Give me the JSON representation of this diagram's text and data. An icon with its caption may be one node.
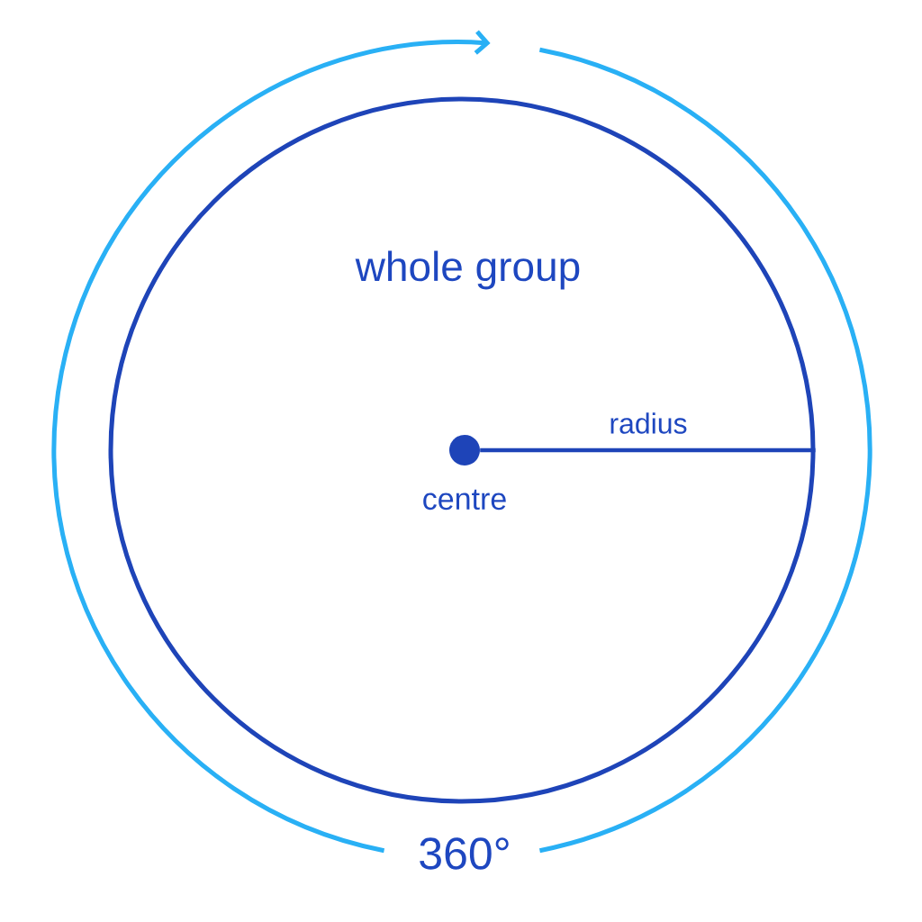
{
  "diagram": {
    "nodes": [
      {
        "text": [
          "whole group"
        ]
      },
      {
        "text": [],
        "shape": "circle",
        "in": 0,
        "beside": [
          "centre"
        ]
      }
    ],
    "edges": [
      {
        "from": 1,
        "to": 0,
        "arrow": "none",
        "label": "radius"
      }
    ],
    "labels": [
      "360°"
    ]
  }
}
